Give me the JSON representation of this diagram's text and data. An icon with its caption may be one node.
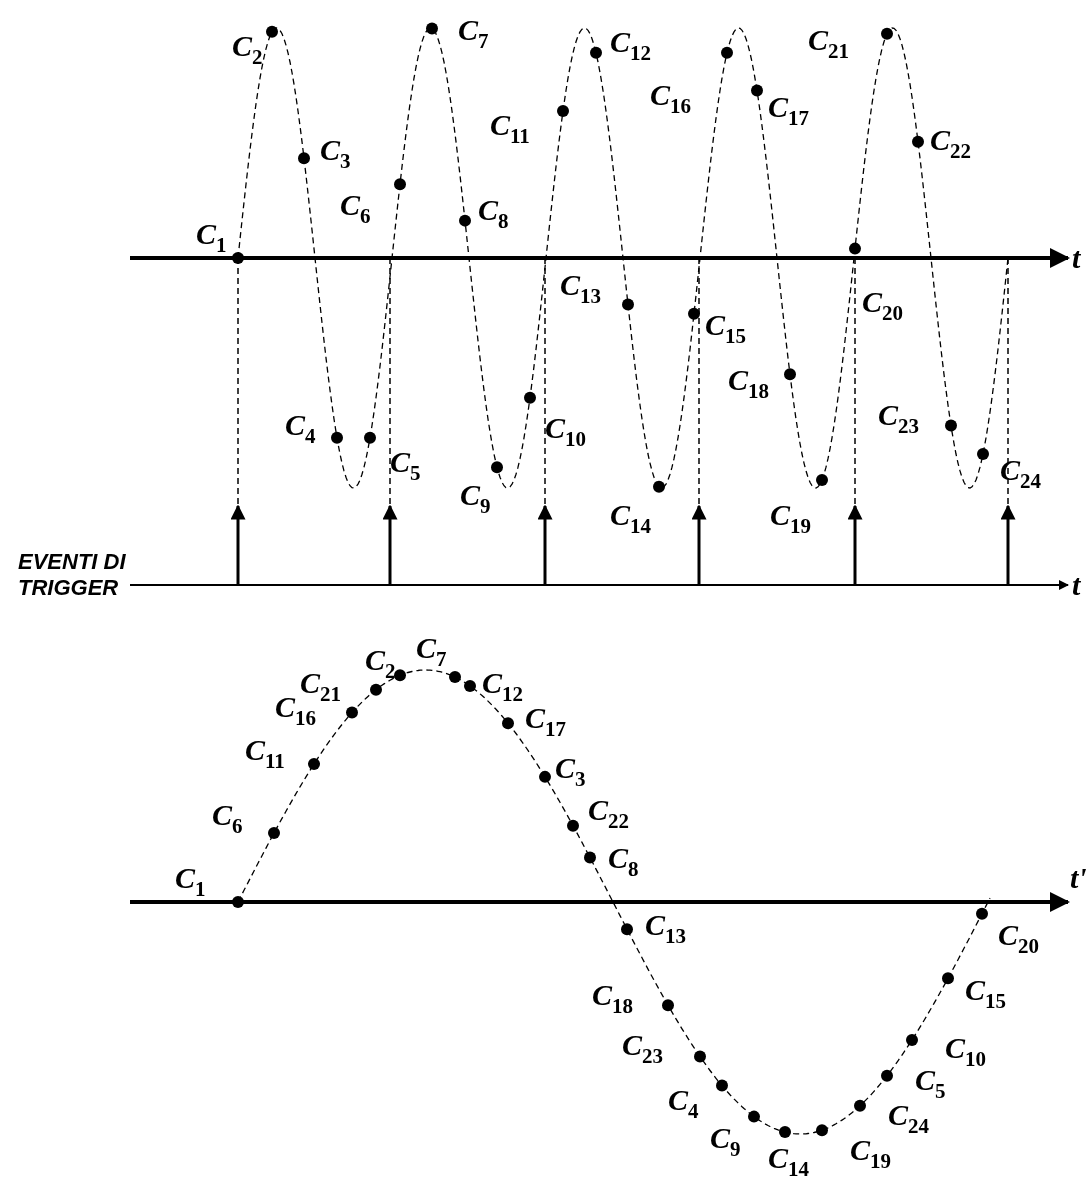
{
  "diagram": {
    "labels": [
      "C$_{1}$",
      "C$_{2}$",
      "C$_{3}$",
      "C$_{4}$",
      "C$_{5}$",
      "C$_{6}$",
      "C$_{7}$",
      "C$_{8}$",
      "C$_{9}$",
      "C$_{10}$",
      "C$_{11}$",
      "C$_{12}$",
      "C$_{13}$",
      "C$_{14}$",
      "C$_{15}$",
      "C$_{16}$",
      "C$_{17}$",
      "C$_{18}$",
      "C$_{19}$",
      "C$_{20}$",
      "C$_{21}$",
      "C$_{22}$",
      "C$_{23}$",
      "C$_{24}$",
      "t",
      "EVENTI DI TRIGGER",
      "t",
      "C$_{1}$",
      "C$_{6}$",
      "C$_{11}$",
      "C$_{16}$",
      "C$_{21}$",
      "C$_{2}$",
      "C$_{7}$",
      "C$_{12}$",
      "C$_{17}$",
      "C$_{3}$",
      "C$_{22}$",
      "C$_{8}$",
      "C$_{13}$",
      "C$_{18}$",
      "C$_{23}$",
      "C$_{4}$",
      "C$_{9}$",
      "C$_{14}$",
      "C$_{19}$",
      "C$_{24}$",
      "C$_{5}$",
      "C$_{10}$",
      "C$_{15}$",
      "C$_{20}$",
      "t'"
    ]
  }
}
